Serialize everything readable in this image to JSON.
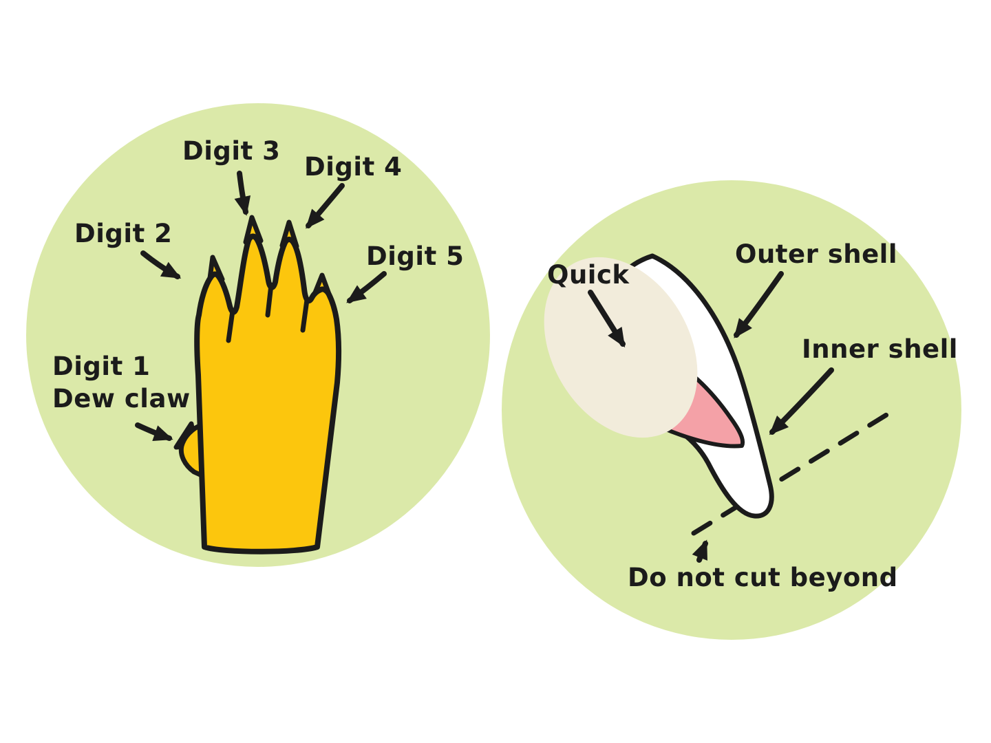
{
  "colors": {
    "canvas_bg": "#ffffff",
    "panel_bg": "#dbe9a9",
    "paw_fill": "#fcc60d",
    "outline": "#1b1b1b",
    "nail_fill": "#ffffff",
    "quick_fill": "#f4a1a7",
    "flesh_fill": "#f2ecdb"
  },
  "left_panel": {
    "labels": {
      "digit3": "Digit 3",
      "digit4": "Digit 4",
      "digit2": "Digit 2",
      "digit5": "Digit 5",
      "digit1_line1": "Digit 1",
      "digit1_line2": "Dew claw"
    }
  },
  "right_panel": {
    "labels": {
      "quick": "Quick",
      "outer_shell": "Outer shell",
      "inner_shell": "Inner shell",
      "do_not_cut": "Do not cut beyond"
    }
  }
}
